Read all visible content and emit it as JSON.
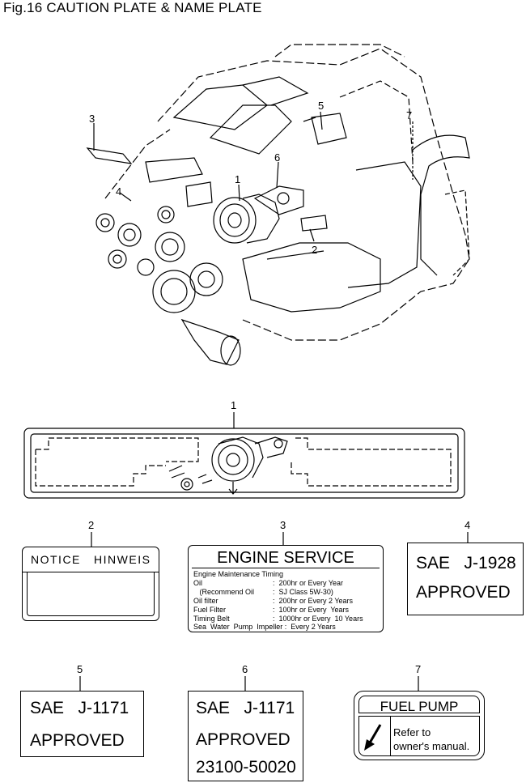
{
  "title": "Fig.16 CAUTION PLATE & NAME PLATE",
  "callouts": {
    "c1_top": "1",
    "c2_top": "2",
    "c3_top": "3",
    "c4_top": "4",
    "c5_top": "5",
    "c6_top": "6",
    "c7_top": "7",
    "c1": "1",
    "c2": "2",
    "c3": "3",
    "c4": "4",
    "c5": "5",
    "c6": "6",
    "c7": "7"
  },
  "plate2": {
    "header": "NOTICE   HINWEIS"
  },
  "plate3": {
    "title": "ENGINE SERVICE",
    "subtitle": "Engine Maintenance Timing",
    "rows": [
      {
        "label": "Oil",
        "value": ":  200hr or Every Year"
      },
      {
        "label": "   (Recommend Oil",
        "value": ":  SJ Class 5W-30)"
      },
      {
        "label": "Oil filter",
        "value": ":  200hr or Every 2 Years"
      },
      {
        "label": "Fuel Filter",
        "value": ":  100hr or Every  Years"
      },
      {
        "label": "Timing Belt",
        "value": ":  1000hr or Every  10 Years"
      }
    ],
    "last_row": "Sea  Water  Pump  Impeller :  Every 2 Years"
  },
  "plate4": {
    "line1": "SAE   J-1928",
    "line2": "APPROVED"
  },
  "plate5": {
    "line1": "SAE   J-1171",
    "line2": "APPROVED"
  },
  "plate6": {
    "line1": "SAE   J-1171",
    "line2": "APPROVED",
    "line3": "23100-50020"
  },
  "plate7": {
    "title": "FUEL PUMP",
    "note_line1": "Refer to",
    "note_line2": "owner's manual.",
    "icon": "arrow-down-left-icon"
  }
}
